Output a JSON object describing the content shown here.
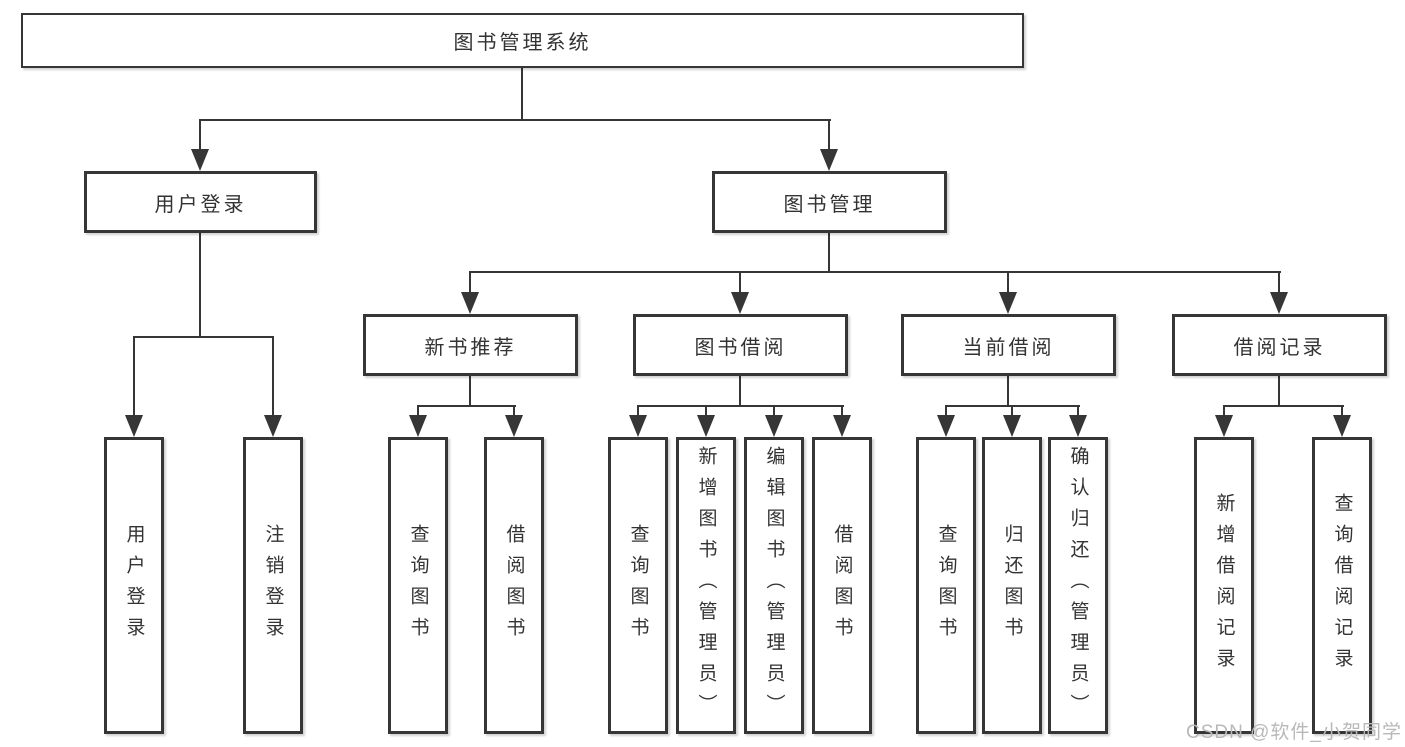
{
  "nodes": {
    "root": "图书管理系统",
    "user_login": "用户登录",
    "book_mgmt": "图书管理",
    "new_books": "新书推荐",
    "borrow": "图书借阅",
    "current": "当前借阅",
    "records": "借阅记录"
  },
  "children": {
    "user_login": [
      "用户登录",
      "注销登录"
    ],
    "new_books": [
      "查询图书",
      "借阅图书"
    ],
    "borrow": [
      "查询图书",
      "新增图书（管理员）",
      "编辑图书（管理员）",
      "借阅图书"
    ],
    "current": [
      "查询图书",
      "归还图书",
      "确认归还（管理员）"
    ],
    "records": [
      "新增借阅记录",
      "查询借阅记录"
    ]
  },
  "watermark": {
    "text": "CSDN @软件_小贺同学"
  },
  "colors": {
    "line": "#363636",
    "text": "#333333",
    "watermark": "#b9b9b9",
    "background": "#ffffff"
  }
}
